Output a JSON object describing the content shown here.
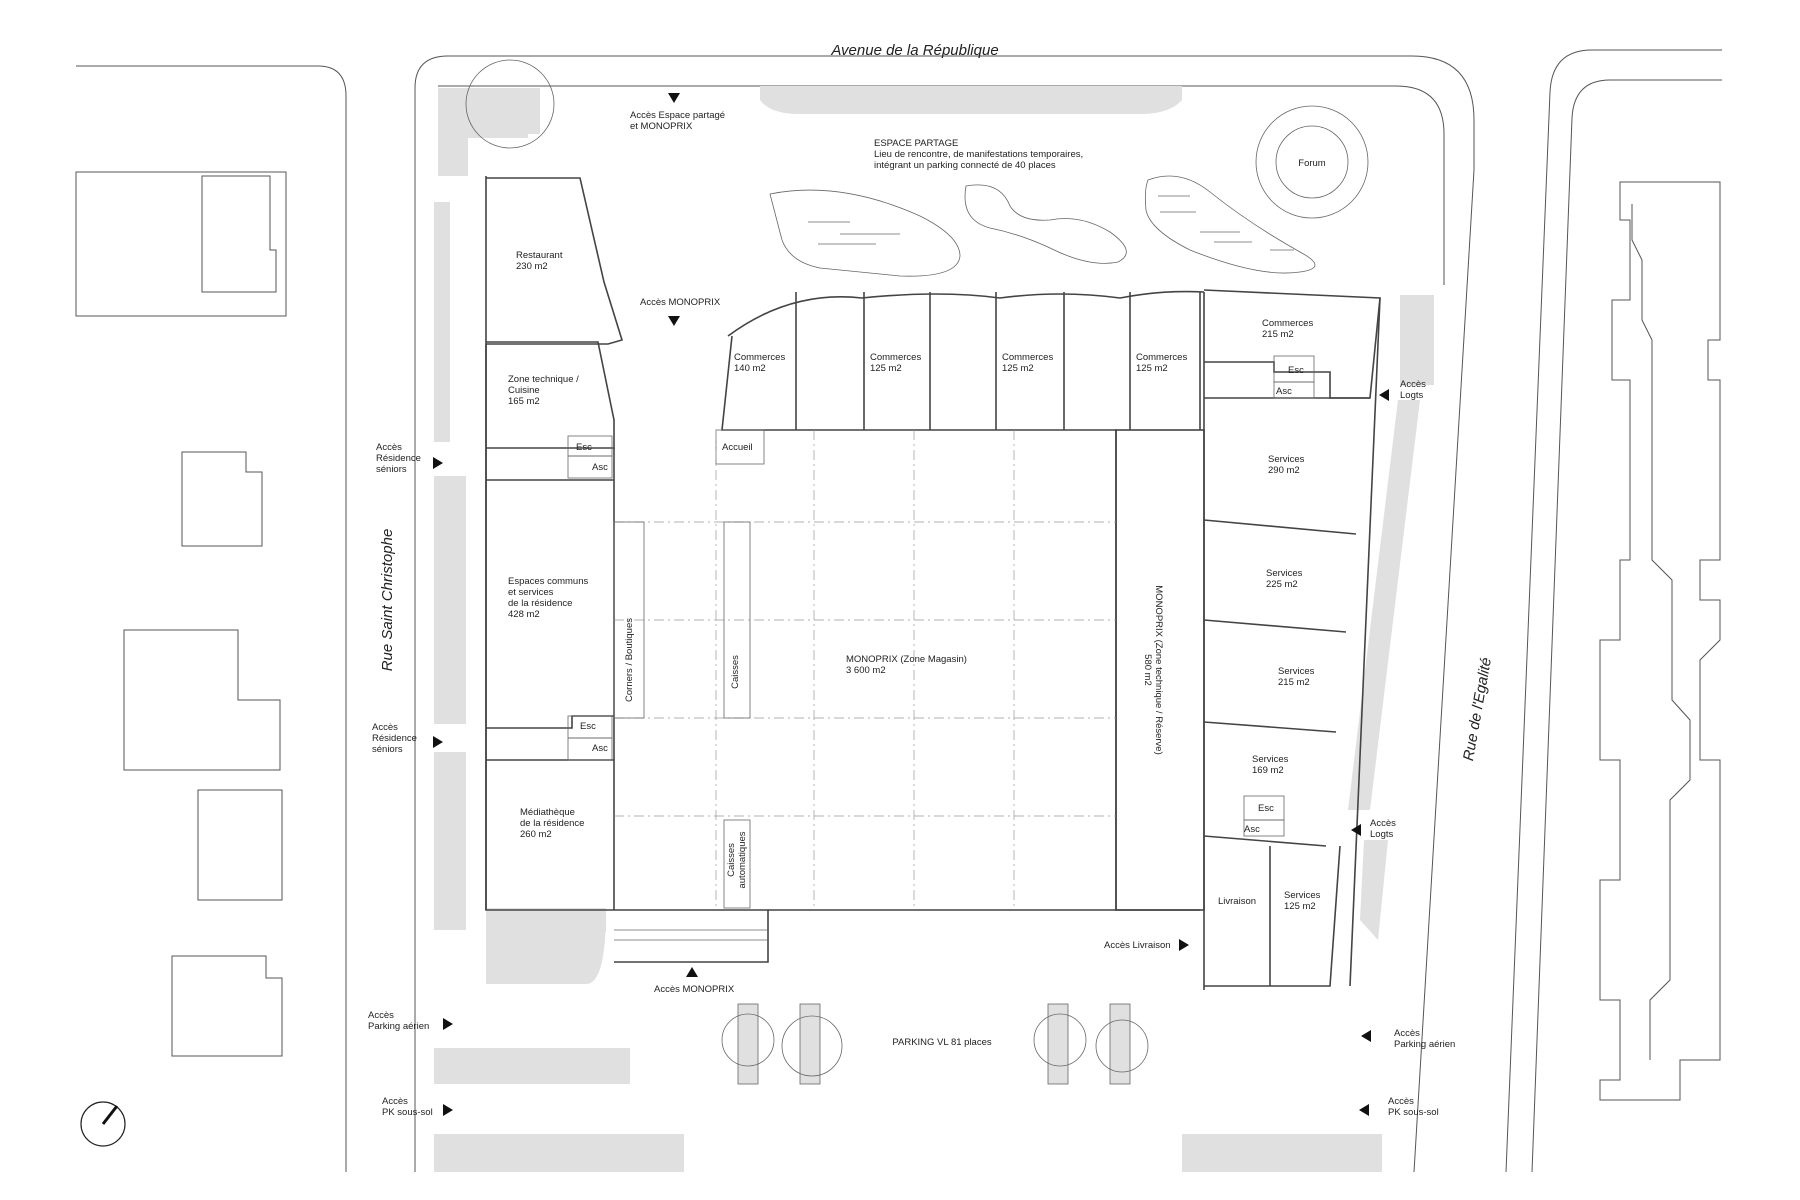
{
  "streets": {
    "north": "Avenue de la République",
    "west": "Rue Saint Christophe",
    "east": "Rue de l'Egalité"
  },
  "rooms": {
    "espace_partage": [
      "ESPACE PARTAGE",
      "Lieu de rencontre, de manifestations temporaires,",
      "intégrant un parking connecté de 40 places"
    ],
    "forum": [
      "Forum"
    ],
    "restaurant": [
      "Restaurant",
      "230 m2"
    ],
    "zone_technique_cuisine": [
      "Zone technique /",
      "Cuisine",
      "165 m2"
    ],
    "espaces_communs": [
      "Espaces communs",
      "et services",
      "de la résidence",
      "428 m2"
    ],
    "mediatheque": [
      "Médiathèque",
      "de la résidence",
      "260 m2"
    ],
    "commerces_1": [
      "Commerces",
      "140 m2"
    ],
    "commerces_2": [
      "Commerces",
      "125 m2"
    ],
    "commerces_3": [
      "Commerces",
      "125 m2"
    ],
    "commerces_4": [
      "Commerces",
      "125 m2"
    ],
    "commerces_5": [
      "Commerces",
      "215 m2"
    ],
    "services_1": [
      "Services",
      "290 m2"
    ],
    "services_2": [
      "Services",
      "225 m2"
    ],
    "services_3": [
      "Services",
      "215 m2"
    ],
    "services_4": [
      "Services",
      "169 m2"
    ],
    "services_5": [
      "Services",
      "125 m2"
    ],
    "livraison": [
      "Livraison"
    ],
    "accueil": [
      "Accueil"
    ],
    "monoprix_magasin": [
      "MONOPRIX (Zone Magasin)",
      "3 600 m2"
    ],
    "corners": [
      "Corners / Boutiques"
    ],
    "caisses": [
      "Caisses"
    ],
    "caisses_auto": [
      "Caisses",
      "automatiques"
    ],
    "monoprix_reserve": [
      "MONOPRIX (Zone technique / Réserve)",
      "580 m2"
    ],
    "parking": [
      "PARKING VL 81 places"
    ],
    "esc": "Esc",
    "asc": "Asc"
  },
  "access": {
    "espace_partage_monoprix": [
      "Accès Espace partagé",
      "et MONOPRIX"
    ],
    "monoprix_north": [
      "Accès MONOPRIX"
    ],
    "monoprix_south": [
      "Accès MONOPRIX"
    ],
    "residence_seniors_1": [
      "Accès",
      "Résidence",
      "séniors"
    ],
    "residence_seniors_2": [
      "Accès",
      "Résidence",
      "séniors"
    ],
    "logts_1": [
      "Accès",
      "Logts"
    ],
    "logts_2": [
      "Accès",
      "Logts"
    ],
    "livraison": [
      "Accès Livraison"
    ],
    "parking_aerien_west": [
      "Accès",
      "Parking aérien"
    ],
    "parking_aerien_east": [
      "Accès",
      "Parking aérien"
    ],
    "pk_sous_sol_west": [
      "Accès",
      "PK sous-sol"
    ],
    "pk_sous_sol_east": [
      "Accès",
      "PK sous-sol"
    ]
  },
  "icons": [
    "north-arrow-icon",
    "access-arrow-icon"
  ]
}
